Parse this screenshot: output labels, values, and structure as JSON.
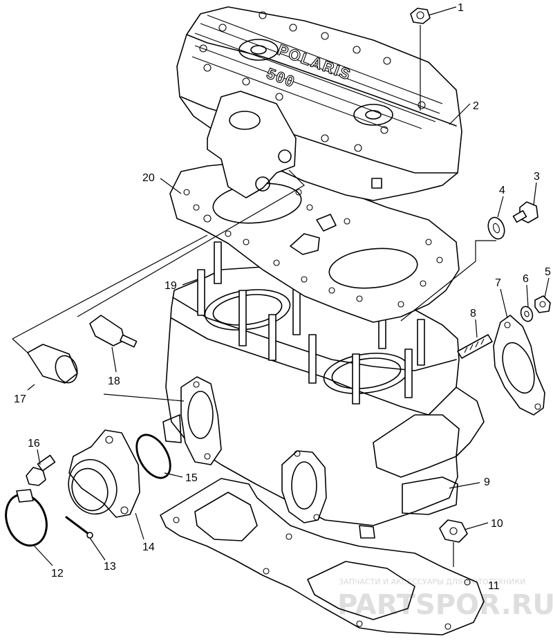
{
  "diagram": {
    "cover_logo": "POLARIS",
    "cover_model": "500",
    "callouts": {
      "c1": "1",
      "c2": "2",
      "c3": "3",
      "c4": "4",
      "c5": "5",
      "c6": "6",
      "c7": "7",
      "c8": "8",
      "c9": "9",
      "c10": "10",
      "c11": "11",
      "c12": "12",
      "c13": "13",
      "c14": "14",
      "c15": "15",
      "c16": "16",
      "c17": "17",
      "c18": "18",
      "c19": "19",
      "c20": "20"
    }
  },
  "watermark": {
    "tagline": "ЗАПЧАСТИ И АКСЕССУАРЫ ДЛЯ МОТОТЕХНИКИ",
    "site": "PARTSPOR.RU"
  }
}
